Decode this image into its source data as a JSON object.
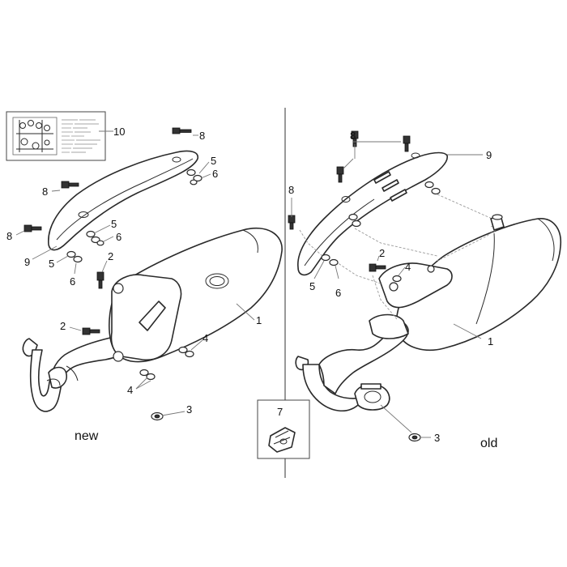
{
  "labels": {
    "new": "new",
    "old": "old"
  },
  "callouts": {
    "l1": "1",
    "l2a": "2",
    "l2b": "2",
    "l3": "3",
    "l4a": "4",
    "l4b": "4",
    "l5a": "5",
    "l5b": "5",
    "l5c": "5",
    "l6a": "6",
    "l6b": "6",
    "l6c": "6",
    "l8a": "8",
    "l8b": "8",
    "l8c": "8",
    "l9": "9",
    "l10": "10",
    "r1": "1",
    "r2": "2",
    "r3": "3",
    "r4": "4",
    "r5": "5",
    "r6": "6",
    "r7": "7",
    "r8a": "8",
    "r8b": "8",
    "r9": "9"
  },
  "icons": {
    "wiring-inset": "wiring-diagram-icon",
    "clip-nut": "clip-nut-icon"
  },
  "colors": {
    "line": "#2a2a2a",
    "divider": "#555555"
  }
}
